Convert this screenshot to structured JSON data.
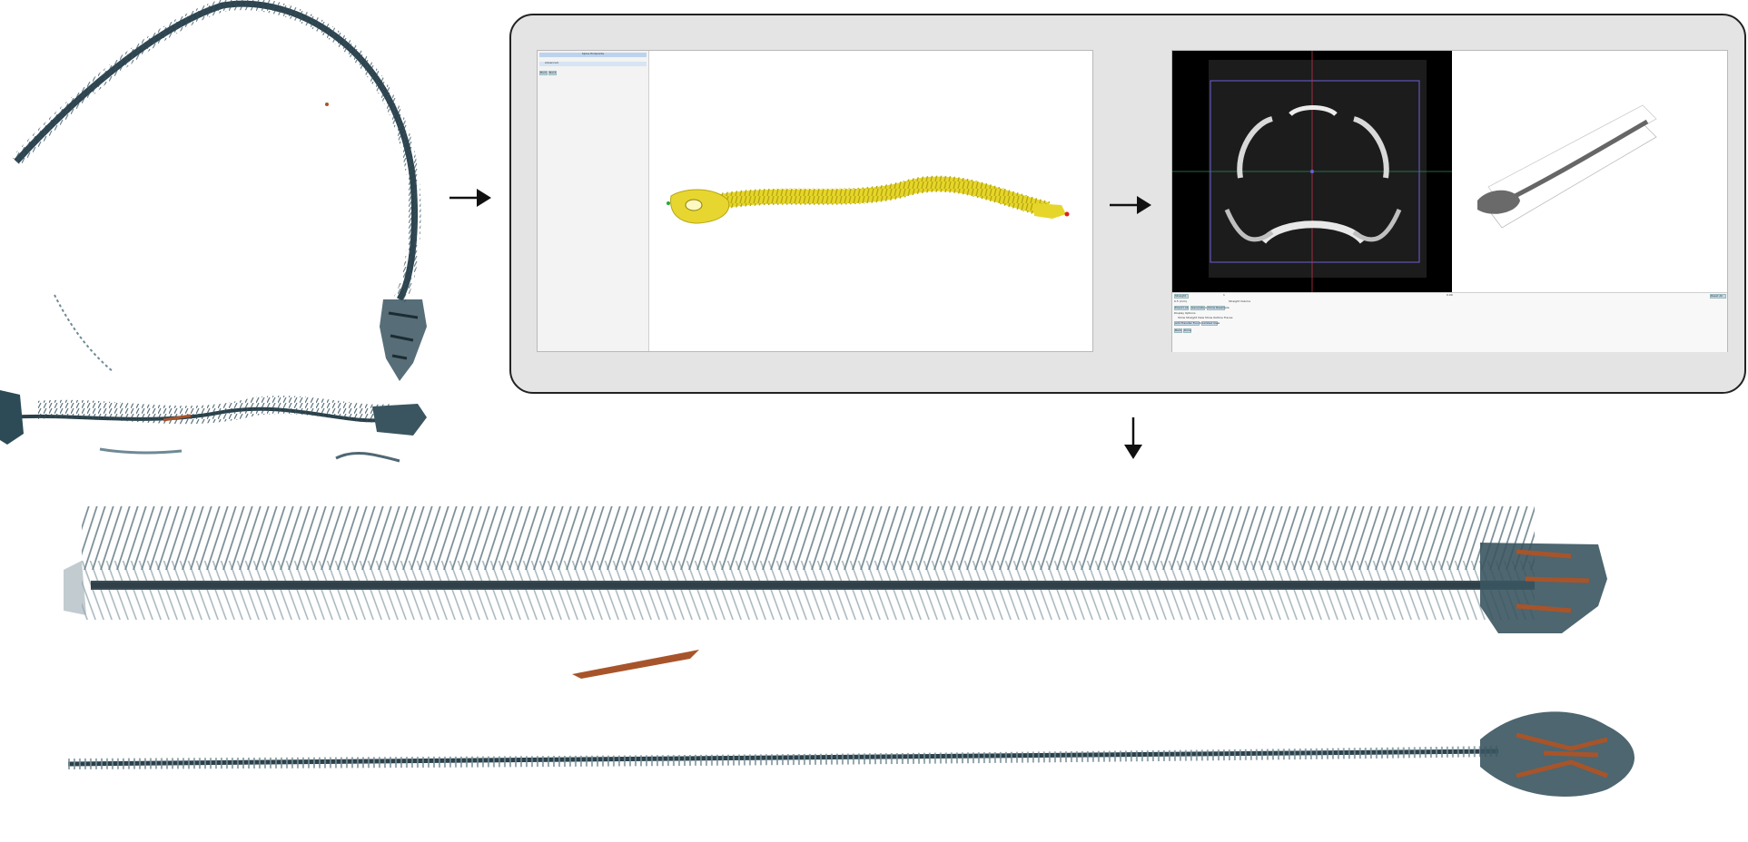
{
  "figure": {
    "title": "",
    "colors": {
      "frame_background": "#e4e4e4",
      "frame_border": "#222222",
      "skeleton_blue_grey": "#3e5560",
      "skeleton_rust": "#a8542a",
      "surface_yellow": "#e6d62a",
      "slice_background": "#000000",
      "arrow": "#111111"
    },
    "icons": [
      "right-arrow-icon",
      "down-arrow-icon"
    ]
  },
  "left_window": {
    "panel_title": "Spine Endpoints",
    "section_label": "Advanced",
    "buttons": [
      "Back",
      "Next"
    ]
  },
  "right_window": {
    "toolbar": [
      "Straight",
      "1",
      "0.00",
      "Reset All"
    ],
    "fields": [
      "0.5 (mm)",
      "Straight Volume"
    ],
    "action_buttons": [
      "Export All",
      "Generate All",
      "Show Resample"
    ],
    "display_options_label": "Display Options",
    "checkbox_labels": [
      "Show Straight View",
      "Show Outline Traces"
    ],
    "tool_buttons": [
      "Add Transfer Function",
      "Limited View"
    ],
    "nav_buttons": [
      "Back",
      "Done"
    ]
  }
}
